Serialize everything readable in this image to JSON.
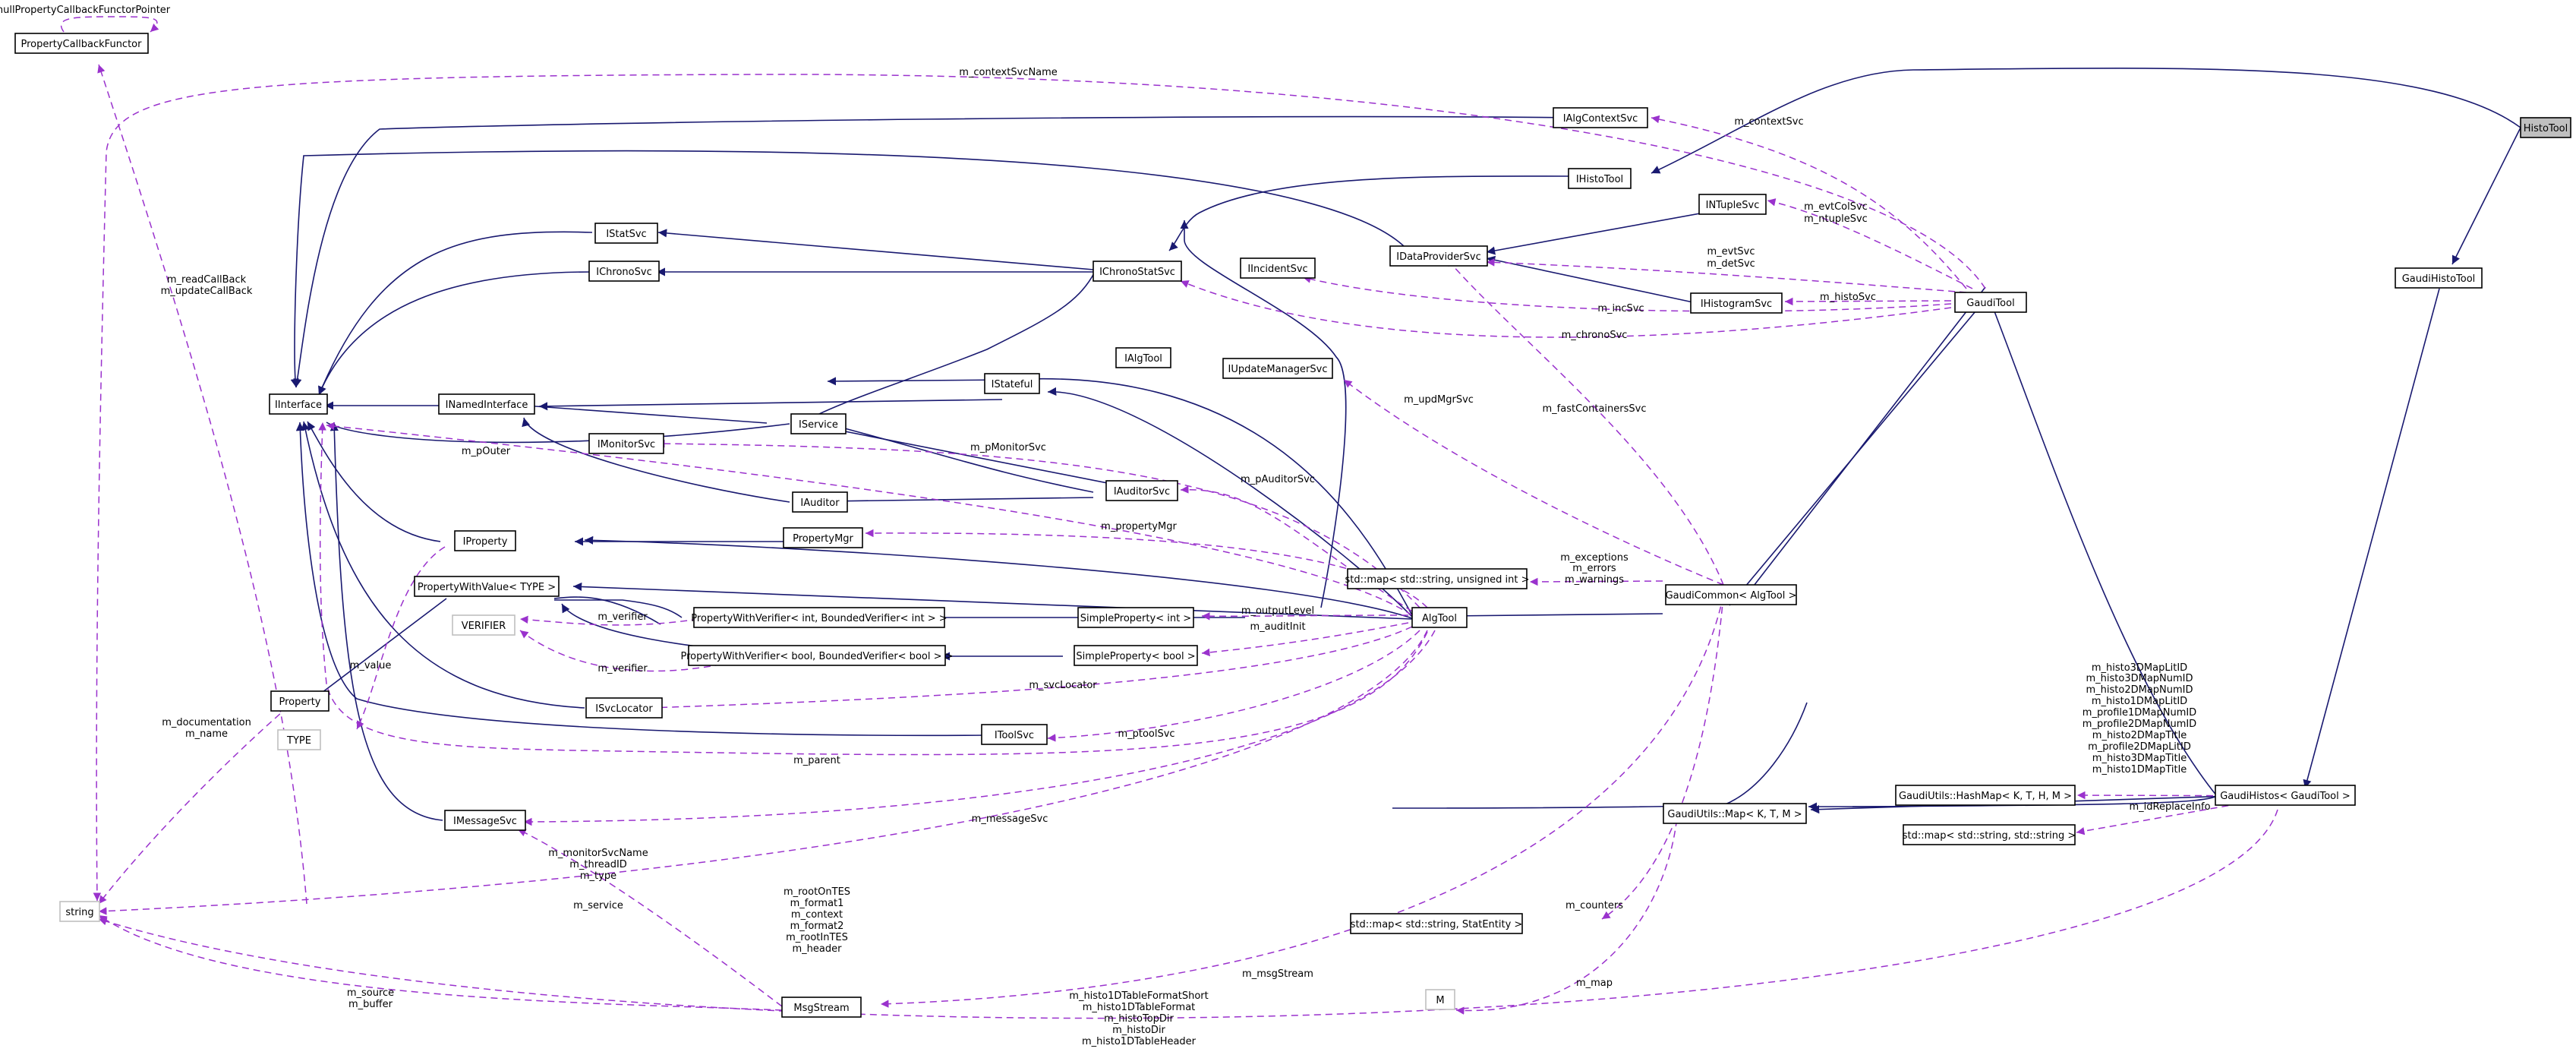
{
  "diagram": {
    "title": "HistoTool",
    "nodes": {
      "histo_tool": "HistoTool",
      "gaudi_histo_tool": "GaudiHistoTool",
      "ihisto_tool": "IHistoTool",
      "ialg_tool_top": "IAlgTool",
      "ialg_context_svc": "IAlgContextSvc",
      "intuple_svc": "INTupleSvc",
      "ihistogram_svc": "IHistogramSvc",
      "idata_provider_svc": "IDataProviderSvc",
      "gaudi_tool": "GaudiTool",
      "property_callback_functor": "PropertyCallbackFunctor",
      "istat_svc": "IStatSvc",
      "ichrono_svc": "IChronoSvc",
      "ichrono_stat_svc": "IChronoStatSvc",
      "iincident_svc": "IIncidentSvc",
      "interface": "IInterface",
      "inamed_interface": "INamedInterface",
      "istateful": "IStateful",
      "iupdate_manager_svc": "IUpdateManagerSvc",
      "iservice": "IService",
      "imonitor_svc": "IMonitorSvc",
      "iauditor": "IAuditor",
      "iauditor_svc": "IAuditorSvc",
      "iproperty": "IProperty",
      "property_mgr": "PropertyMgr",
      "property_with_value": "PropertyWithValue< TYPE >",
      "verifier": "VERIFIER",
      "pwv_int": "PropertyWithVerifier< int, BoundedVerifier< int > >",
      "pwv_bool": "PropertyWithVerifier< bool, BoundedVerifier< bool > >",
      "simple_property_int": "SimpleProperty< int >",
      "simple_property_bool": "SimpleProperty< bool >",
      "std_map_uint": "std::map< std::string, unsigned int >",
      "gaudi_common": "GaudiCommon< AlgTool >",
      "alg_tool": "AlgTool",
      "property": "Property",
      "type": "TYPE",
      "isvc_locator": "ISvcLocator",
      "itool_svc": "IToolSvc",
      "imessage_svc": "IMessageSvc",
      "gaudi_utils_hashmap": "GaudiUtils::HashMap< K, T, H, M >",
      "gaudi_histos": "GaudiHistos< GaudiTool >",
      "gaudi_utils_map": "GaudiUtils::Map< K, T, M >",
      "std_map_string": "std::map< std::string, std::string >",
      "std_map_stat": "std::map< std::string, StatEntity >",
      "string": "string",
      "m": "M",
      "msg_stream": "MsgStream"
    },
    "labels": {
      "null_property_callback": "nullPropertyCallbackFunctorPointer",
      "m_context_svc_name": "m_contextSvcName",
      "m_context_svc": "m_contextSvc",
      "m_evt_col_svc": "m_evtColSvc",
      "m_ntuple_svc": "m_ntupleSvc",
      "m_evt_svc": "m_evtSvc",
      "m_det_svc": "m_detSvc",
      "m_histo_svc": "m_histoSvc",
      "m_inc_svc": "m_incSvc",
      "m_chrono_svc": "m_chronoSvc",
      "m_read_callback": "m_readCallBack",
      "m_update_callback": "m_updateCallBack",
      "m_upd_mgr_svc": "m_updMgrSvc",
      "m_fast_containers_svc": "m_fastContainersSvc",
      "m_p_monitor_svc": "m_pMonitorSvc",
      "m_p_outer": "m_pOuter",
      "m_p_auditor_svc": "m_pAuditorSvc",
      "m_property_mgr": "m_propertyMgr",
      "m_exceptions": "m_exceptions",
      "m_errors": "m_errors",
      "m_warnings": "m_warnings",
      "m_verifier_1": "m_verifier",
      "m_output_level": "m_outputLevel",
      "m_audit_init": "m_auditInit",
      "m_verifier_2": "m_verifier",
      "m_value": "m_value",
      "m_svc_locator": "m_svcLocator",
      "m_ptool_svc": "m_ptoolSvc",
      "m_documentation": "m_documentation",
      "m_name": "m_name",
      "m_parent": "m_parent",
      "m_histo_3d_map_lit_id": "m_histo3DMapLitID",
      "m_histo_3d_map_num_id": "m_histo3DMapNumID",
      "m_histo_2d_map_num_id": "m_histo2DMapNumID",
      "m_histo_1d_map_lit_id": "m_histo1DMapLitID",
      "m_profile_1d_map_num_id": "m_profile1DMapNumID",
      "m_profile_2d_map_num_id": "m_profile2DMapNumID",
      "m_histo_2d_map_title": "m_histo2DMapTitle",
      "m_profile_2d_map_lit_id": "m_profile2DMapLitID",
      "m_histo_3d_map_title": "m_histo3DMapTitle",
      "m_histo_1d_map_title": "m_histo1DMapTitle",
      "m_id_replace_info": "m_idReplaceInfo",
      "m_message_svc": "m_messageSvc",
      "m_monitor_svc_name": "m_monitorSvcName",
      "m_thread_id": "m_threadID",
      "m_type": "m_type",
      "m_service": "m_service",
      "m_root_on_tes": "m_rootOnTES",
      "m_format1": "m_format1",
      "m_context": "m_context",
      "m_format2": "m_format2",
      "m_root_in_tes": "m_rootInTES",
      "m_header": "m_header",
      "m_counters": "m_counters",
      "m_msg_stream": "m_msgStream",
      "m_map": "m_map",
      "m_source": "m_source",
      "m_buffer": "m_buffer",
      "m_histo_1d_table_format_short": "m_histo1DTableFormatShort",
      "m_histo_1d_table_format": "m_histo1DTableFormat",
      "m_histo_top_dir": "m_histoTopDir",
      "m_histo_dir": "m_histoDir",
      "m_histo_1d_table_header": "m_histo1DTableHeader"
    }
  },
  "colors": {
    "inheritance_edge": "#191970",
    "usage_edge": "#9a32cd",
    "focus_node_fill": "#bfbfbf",
    "ghost_node_border": "#bfbfbf"
  }
}
